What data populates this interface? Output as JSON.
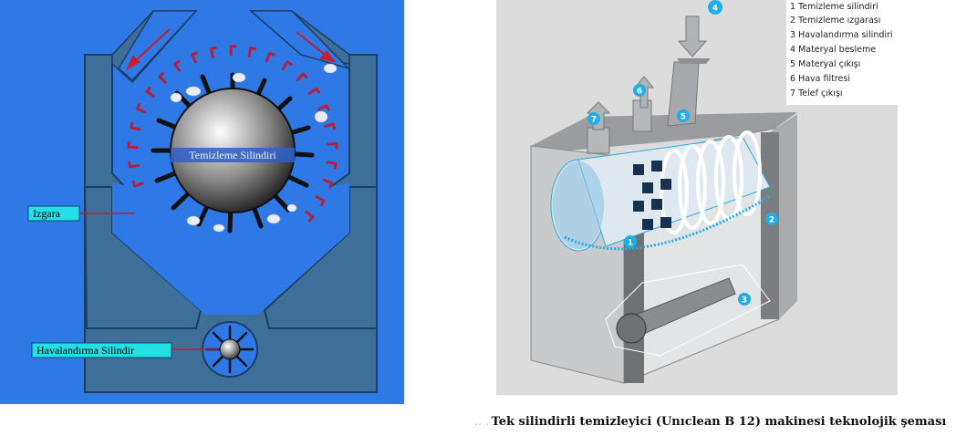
{
  "left": {
    "labels": {
      "drum": "Temizleme Silindiri",
      "grate": "Izgara",
      "fan": "Havalandırma Silindir"
    },
    "colors": {
      "background": "#2f79e6",
      "machine": "#3d6f99",
      "grate_teeth": "#b3203a",
      "label_box": "#22e0e6"
    }
  },
  "right": {
    "legend": [
      "1  Temizleme silindiri",
      "2  Temizleme ızgarası",
      "3  Havalandırma silindiri",
      "4  Materyal besleme",
      "5  Materyal çıkışı",
      "6  Hava filtresi",
      "7  Telef çıkışı"
    ],
    "markers": [
      "1",
      "2",
      "3",
      "4",
      "5",
      "6",
      "7"
    ],
    "colors": {
      "panel": "#dcdcdc",
      "body": "#cfd0d2",
      "accent": "#1faee8"
    }
  },
  "caption": {
    "dots": ".. .",
    "text": "Tek silindirli temizleyici (Unıclean B 12) makinesi teknolojik şeması"
  }
}
